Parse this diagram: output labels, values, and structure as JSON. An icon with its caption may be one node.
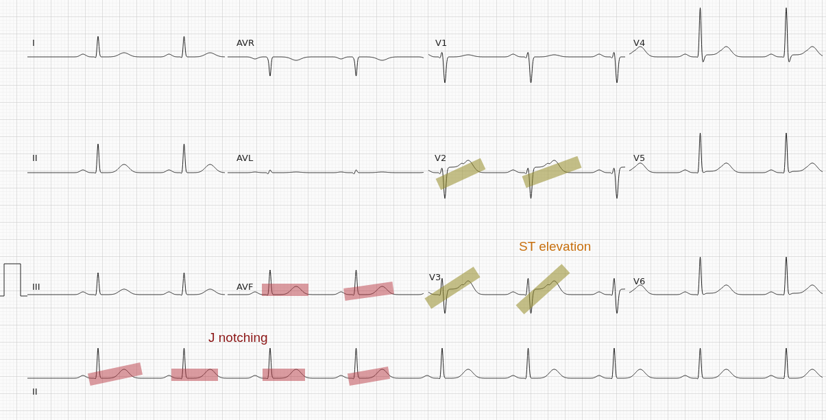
{
  "diagram": {
    "labels": [
      "I",
      "AVR",
      "V1",
      "V4",
      "II",
      "AVL",
      "V2",
      "V5",
      "ST elevation",
      "III",
      "AVF",
      "V3",
      "V6",
      "J notching",
      "II"
    ]
  }
}
